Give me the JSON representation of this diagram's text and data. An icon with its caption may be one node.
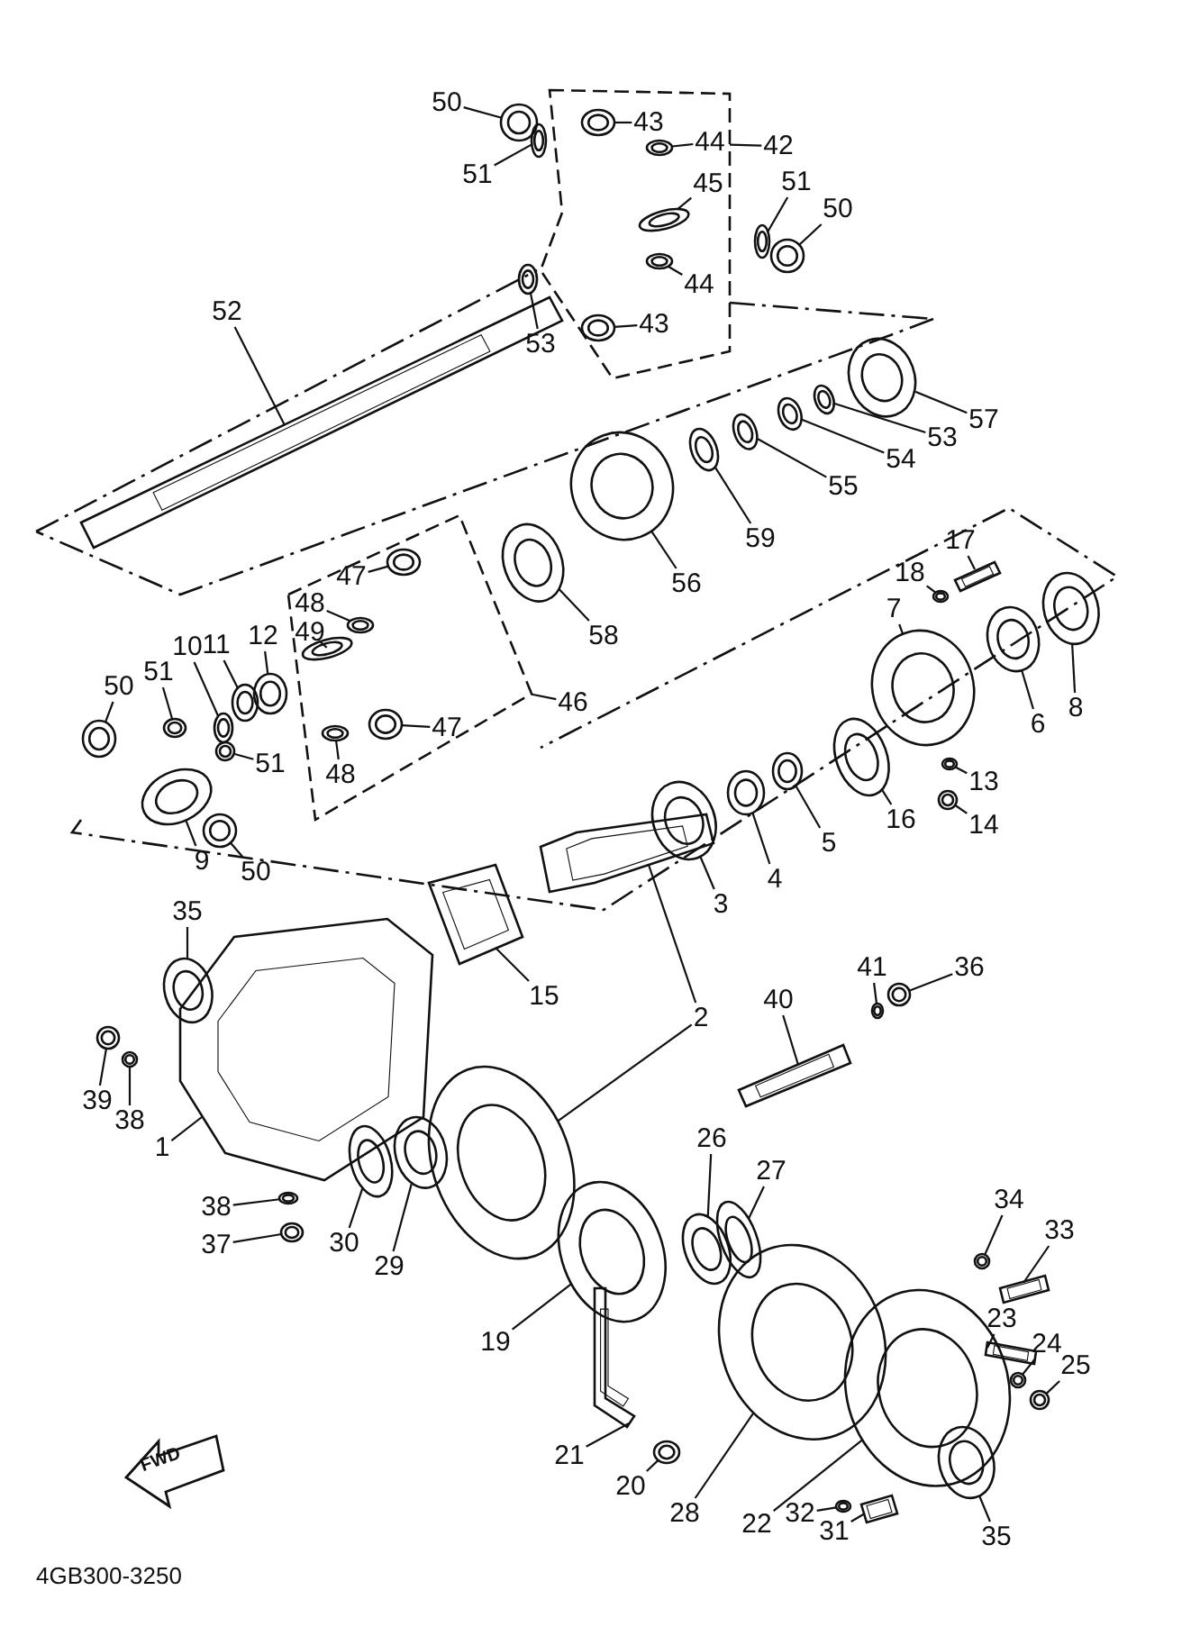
{
  "diagram": {
    "nodes": [
      {
        "text": [],
        "shape": "box"
      },
      {
        "text": [],
        "shape": "box"
      },
      {
        "text": [
          "50"
        ]
      },
      {
        "text": [
          "51"
        ]
      },
      {
        "text": [
          "43"
        ],
        "in": 0
      },
      {
        "text": [
          "44"
        ],
        "in": 0
      },
      {
        "text": [
          "42"
        ]
      },
      {
        "text": [
          "45"
        ],
        "in": 0
      },
      {
        "text": [
          "51"
        ]
      },
      {
        "text": [
          "50"
        ]
      },
      {
        "text": [
          "44"
        ],
        "in": 0
      },
      {
        "text": [
          "43"
        ],
        "in": 0
      },
      {
        "text": [
          "53"
        ]
      },
      {
        "text": [
          "52"
        ]
      },
      {
        "text": [
          "57"
        ]
      },
      {
        "text": [
          "53"
        ]
      },
      {
        "text": [
          "54"
        ]
      },
      {
        "text": [
          "55"
        ]
      },
      {
        "text": [
          "59"
        ]
      },
      {
        "text": [
          "56"
        ]
      },
      {
        "text": [
          "17"
        ]
      },
      {
        "text": [
          "18"
        ]
      },
      {
        "text": [
          "47"
        ],
        "in": 1
      },
      {
        "text": [
          "48"
        ],
        "in": 1
      },
      {
        "text": [
          "49"
        ],
        "in": 1
      },
      {
        "text": [
          "58"
        ]
      },
      {
        "text": [
          "7"
        ]
      },
      {
        "text": [
          "10"
        ]
      },
      {
        "text": [
          "11"
        ]
      },
      {
        "text": [
          "12"
        ]
      },
      {
        "text": [
          "51"
        ]
      },
      {
        "text": [
          "50"
        ]
      },
      {
        "text": [
          "46"
        ]
      },
      {
        "text": [
          "47"
        ],
        "in": 1
      },
      {
        "text": [
          "6"
        ]
      },
      {
        "text": [
          "8"
        ]
      },
      {
        "text": [
          "51"
        ]
      },
      {
        "text": [
          "13"
        ]
      },
      {
        "text": [
          "48"
        ],
        "in": 1
      },
      {
        "text": [
          "14"
        ]
      },
      {
        "text": [
          "16"
        ]
      },
      {
        "text": [
          "5"
        ]
      },
      {
        "text": [
          "4"
        ]
      },
      {
        "text": [
          "9"
        ]
      },
      {
        "text": [
          "50"
        ]
      },
      {
        "text": [
          "3"
        ]
      },
      {
        "text": [
          "35"
        ]
      },
      {
        "text": [
          "15"
        ]
      },
      {
        "text": [
          "41"
        ]
      },
      {
        "text": [
          "36"
        ]
      },
      {
        "text": [
          "40"
        ]
      },
      {
        "text": [
          "2"
        ]
      },
      {
        "text": [
          "39"
        ]
      },
      {
        "text": [
          "38"
        ]
      },
      {
        "text": [
          "1"
        ]
      },
      {
        "text": [
          "38"
        ]
      },
      {
        "text": [
          "37"
        ]
      },
      {
        "text": [
          "30"
        ]
      },
      {
        "text": [
          "29"
        ]
      },
      {
        "text": [
          "26"
        ]
      },
      {
        "text": [
          "27"
        ]
      },
      {
        "text": [
          "34"
        ]
      },
      {
        "text": [
          "33"
        ]
      },
      {
        "text": [
          "23"
        ]
      },
      {
        "text": [
          "19"
        ]
      },
      {
        "text": [
          "24"
        ]
      },
      {
        "text": [
          "25"
        ]
      },
      {
        "text": [
          "21"
        ]
      },
      {
        "text": [
          "20"
        ]
      },
      {
        "text": [
          "28"
        ]
      },
      {
        "text": [
          "22"
        ]
      },
      {
        "text": [
          "32"
        ]
      },
      {
        "text": [
          "31"
        ]
      },
      {
        "text": [
          "35"
        ]
      },
      {
        "text": [],
        "shape": "picture"
      },
      {
        "text": [],
        "shape": "picture"
      },
      {
        "text": [],
        "shape": "picture",
        "in": 0
      },
      {
        "text": [],
        "shape": "picture",
        "in": 0
      },
      {
        "text": [],
        "shape": "picture",
        "in": 0
      },
      {
        "text": [],
        "shape": "picture"
      },
      {
        "text": [],
        "shape": "picture"
      },
      {
        "text": [],
        "shape": "picture",
        "in": 0
      },
      {
        "text": [],
        "shape": "picture",
        "in": 0
      },
      {
        "text": [],
        "shape": "picture"
      },
      {
        "text": [],
        "shape": "picture"
      },
      {
        "text": [],
        "shape": "picture"
      },
      {
        "text": [],
        "shape": "picture"
      },
      {
        "text": [],
        "shape": "picture"
      },
      {
        "text": [],
        "shape": "picture"
      },
      {
        "text": [],
        "shape": "picture"
      },
      {
        "text": [],
        "shape": "picture"
      },
      {
        "text": [],
        "shape": "picture"
      },
      {
        "text": [],
        "shape": "picture"
      },
      {
        "text": [],
        "shape": "picture",
        "in": 1
      },
      {
        "text": [],
        "shape": "picture",
        "in": 1
      },
      {
        "text": [],
        "shape": "picture",
        "in": 1
      },
      {
        "text": [],
        "shape": "picture"
      },
      {
        "text": [],
        "shape": "picture"
      },
      {
        "text": [],
        "shape": "picture"
      },
      {
        "text": [],
        "shape": "picture"
      },
      {
        "text": [],
        "shape": "picture"
      },
      {
        "text": [],
        "shape": "picture"
      },
      {
        "text": [],
        "shape": "picture"
      },
      {
        "text": [],
        "shape": "picture",
        "in": 1
      },
      {
        "text": [],
        "shape": "picture"
      },
      {
        "text": [],
        "shape": "picture"
      },
      {
        "text": [],
        "shape": "picture"
      },
      {
        "text": [],
        "shape": "picture"
      },
      {
        "text": [],
        "shape": "picture",
        "in": 1
      },
      {
        "text": [],
        "shape": "picture"
      },
      {
        "text": [],
        "shape": "picture"
      },
      {
        "text": [],
        "shape": "picture"
      },
      {
        "text": [],
        "shape": "picture"
      },
      {
        "text": [],
        "shape": "picture"
      },
      {
        "text": [],
        "shape": "picture"
      },
      {
        "text": [],
        "shape": "picture"
      },
      {
        "text": [],
        "shape": "picture"
      },
      {
        "text": [],
        "shape": "picture"
      },
      {
        "text": [],
        "shape": "picture"
      },
      {
        "text": [],
        "shape": "picture"
      },
      {
        "text": [],
        "shape": "picture"
      },
      {
        "text": [],
        "shape": "picture"
      },
      {
        "text": [],
        "shape": "picture"
      },
      {
        "text": [],
        "shape": "picture"
      },
      {
        "text": [],
        "shape": "picture"
      },
      {
        "text": [],
        "shape": "picture"
      },
      {
        "text": [],
        "shape": "picture"
      },
      {
        "text": [],
        "shape": "picture"
      },
      {
        "text": [],
        "shape": "picture"
      },
      {
        "text": [],
        "shape": "picture"
      },
      {
        "text": [],
        "shape": "picture"
      },
      {
        "text": [],
        "shape": "picture"
      },
      {
        "text": [],
        "shape": "picture"
      },
      {
        "text": [],
        "shape": "picture"
      },
      {
        "text": [],
        "shape": "picture"
      },
      {
        "text": [],
        "shape": "picture"
      },
      {
        "text": [],
        "shape": "picture"
      },
      {
        "text": [],
        "shape": "picture"
      },
      {
        "text": [],
        "shape": "picture"
      },
      {
        "text": [],
        "shape": "picture"
      },
      {
        "text": [],
        "shape": "picture"
      },
      {
        "text": [],
        "shape": "picture"
      },
      {
        "text": [],
        "shape": "picture"
      },
      {
        "text": [],
        "shape": "picture"
      },
      {
        "text": [],
        "shape": "picture"
      }
    ],
    "edges": [
      {
        "from": 2,
        "to": 74,
        "arrow": "none"
      },
      {
        "from": 3,
        "to": 75,
        "arrow": "none"
      },
      {
        "from": 4,
        "to": 76,
        "arrow": "none"
      },
      {
        "from": 5,
        "to": 77,
        "arrow": "none"
      },
      {
        "from": 6,
        "to": 0,
        "arrow": "none"
      },
      {
        "from": 7,
        "to": 78,
        "arrow": "none"
      },
      {
        "from": 8,
        "to": 79,
        "arrow": "none"
      },
      {
        "from": 9,
        "to": 80,
        "arrow": "none"
      },
      {
        "from": 10,
        "to": 81,
        "arrow": "none"
      },
      {
        "from": 11,
        "to": 82,
        "arrow": "none"
      },
      {
        "from": 12,
        "to": 83,
        "arrow": "none"
      },
      {
        "from": 13,
        "to": 84,
        "arrow": "none"
      },
      {
        "from": 14,
        "to": 85,
        "arrow": "none"
      },
      {
        "from": 15,
        "to": 86,
        "arrow": "none"
      },
      {
        "from": 16,
        "to": 87,
        "arrow": "none"
      },
      {
        "from": 17,
        "to": 88,
        "arrow": "none"
      },
      {
        "from": 18,
        "to": 89,
        "arrow": "none"
      },
      {
        "from": 19,
        "to": 90,
        "arrow": "none"
      },
      {
        "from": 20,
        "to": 91,
        "arrow": "none"
      },
      {
        "from": 21,
        "to": 92,
        "arrow": "none"
      },
      {
        "from": 22,
        "to": 93,
        "arrow": "none"
      },
      {
        "from": 23,
        "to": 94,
        "arrow": "none"
      },
      {
        "from": 24,
        "to": 95,
        "arrow": "none"
      },
      {
        "from": 25,
        "to": 96,
        "arrow": "none"
      },
      {
        "from": 26,
        "to": 97,
        "arrow": "none"
      },
      {
        "from": 27,
        "to": 98,
        "arrow": "none"
      },
      {
        "from": 28,
        "to": 99,
        "arrow": "none"
      },
      {
        "from": 29,
        "to": 100,
        "arrow": "none"
      },
      {
        "from": 30,
        "to": 101,
        "arrow": "none"
      },
      {
        "from": 31,
        "to": 102,
        "arrow": "none"
      },
      {
        "from": 32,
        "to": 1,
        "arrow": "none"
      },
      {
        "from": 33,
        "to": 103,
        "arrow": "none"
      },
      {
        "from": 34,
        "to": 104,
        "arrow": "none"
      },
      {
        "from": 35,
        "to": 105,
        "arrow": "none"
      },
      {
        "from": 36,
        "to": 106,
        "arrow": "none"
      },
      {
        "from": 37,
        "to": 107,
        "arrow": "none"
      },
      {
        "from": 38,
        "to": 108,
        "arrow": "none"
      },
      {
        "from": 39,
        "to": 109,
        "arrow": "none"
      },
      {
        "from": 40,
        "to": 110,
        "arrow": "none"
      },
      {
        "from": 41,
        "to": 111,
        "arrow": "none"
      },
      {
        "from": 42,
        "to": 112,
        "arrow": "none"
      },
      {
        "from": 43,
        "to": 113,
        "arrow": "none"
      },
      {
        "from": 44,
        "to": 114,
        "arrow": "none"
      },
      {
        "from": 45,
        "to": 115,
        "arrow": "none"
      },
      {
        "from": 46,
        "to": 116,
        "arrow": "none"
      },
      {
        "from": 47,
        "to": 117,
        "arrow": "none"
      },
      {
        "from": 48,
        "to": 118,
        "arrow": "none"
      },
      {
        "from": 49,
        "to": 119,
        "arrow": "none"
      },
      {
        "from": 50,
        "to": 120,
        "arrow": "none"
      },
      {
        "from": 51,
        "to": 121,
        "arrow": "none"
      },
      {
        "from": 51,
        "to": 122,
        "arrow": "none"
      },
      {
        "from": 52,
        "to": 123,
        "arrow": "none"
      },
      {
        "from": 53,
        "to": 124,
        "arrow": "none"
      },
      {
        "from": 54,
        "to": 125,
        "arrow": "none"
      },
      {
        "from": 55,
        "to": 126,
        "arrow": "none"
      },
      {
        "from": 56,
        "to": 127,
        "arrow": "none"
      },
      {
        "from": 57,
        "to": 128,
        "arrow": "none"
      },
      {
        "from": 58,
        "to": 129,
        "arrow": "none"
      },
      {
        "from": 59,
        "to": 130,
        "arrow": "none"
      },
      {
        "from": 60,
        "to": 131,
        "arrow": "none"
      },
      {
        "from": 61,
        "to": 132,
        "arrow": "none"
      },
      {
        "from": 62,
        "to": 133,
        "arrow": "none"
      },
      {
        "from": 63,
        "to": 134,
        "arrow": "none"
      },
      {
        "from": 64,
        "to": 135,
        "arrow": "none"
      },
      {
        "from": 65,
        "to": 136,
        "arrow": "none"
      },
      {
        "from": 66,
        "to": 137,
        "arrow": "none"
      },
      {
        "from": 67,
        "to": 138,
        "arrow": "none"
      },
      {
        "from": 68,
        "to": 139,
        "arrow": "none"
      },
      {
        "from": 69,
        "to": 140,
        "arrow": "none"
      },
      {
        "from": 70,
        "to": 141,
        "arrow": "none"
      },
      {
        "from": 71,
        "to": 142,
        "arrow": "none"
      },
      {
        "from": 72,
        "to": 143,
        "arrow": "none"
      },
      {
        "from": 73,
        "to": 144,
        "arrow": "none"
      }
    ],
    "labels": [
      "FWD",
      "4GB300-3250"
    ]
  }
}
